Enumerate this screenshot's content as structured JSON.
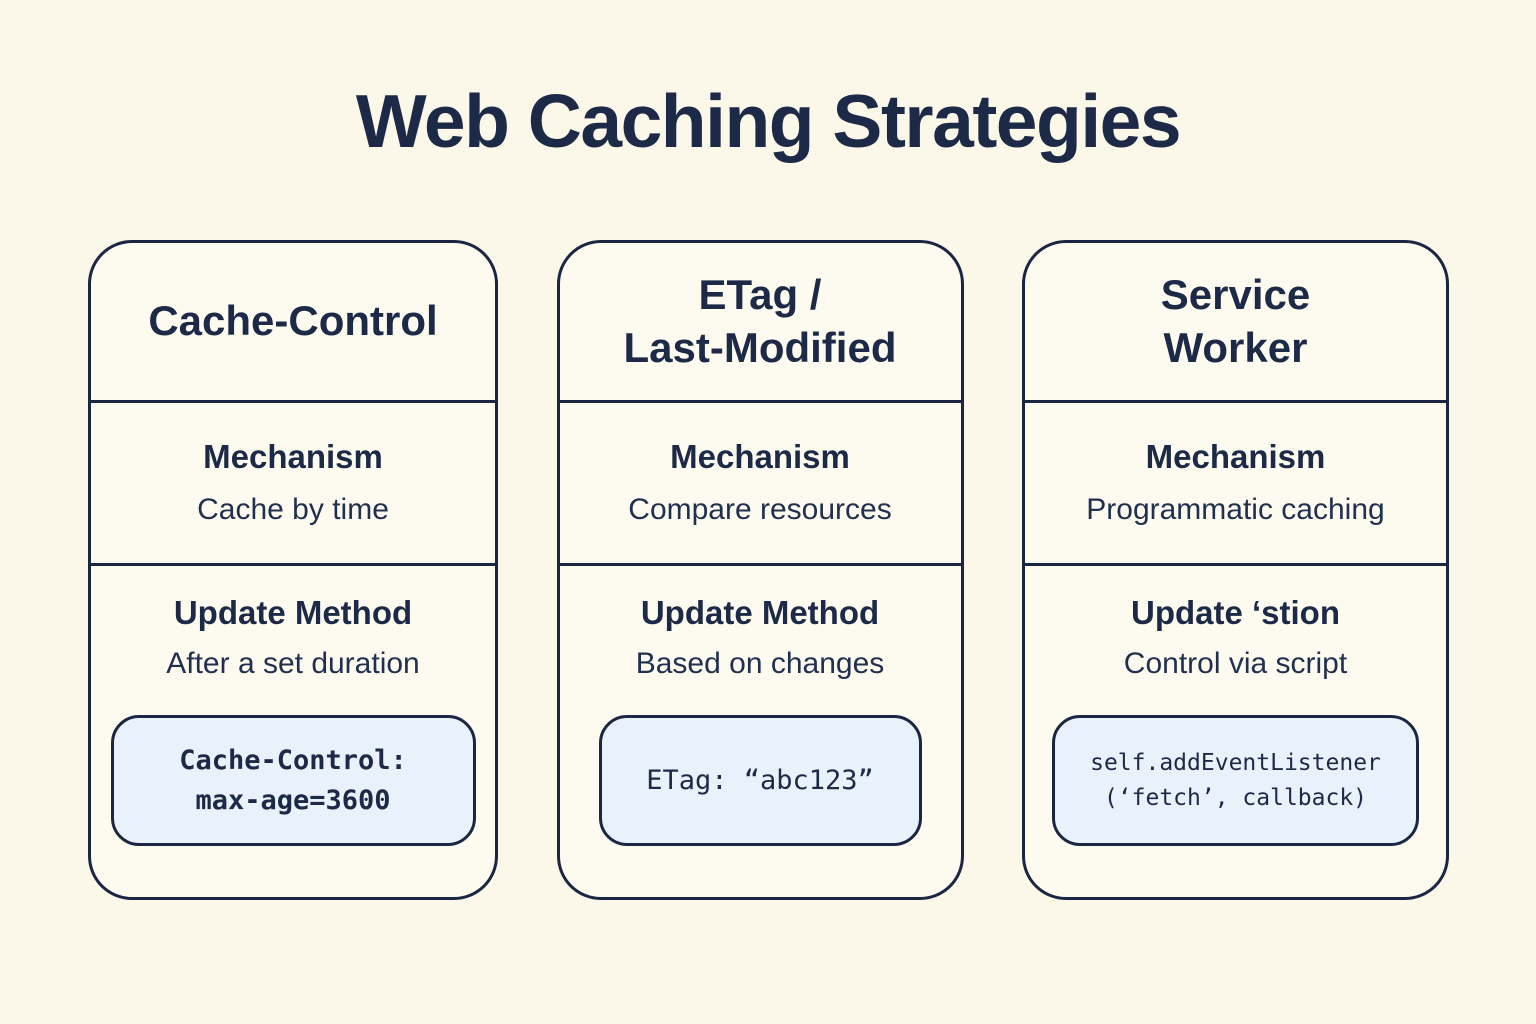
{
  "page": {
    "title": "Web Caching Strategies"
  },
  "colors": {
    "page_background": "#FBF8EA",
    "card_background": "#FDFBF0",
    "border_navy": "#1B2642",
    "text_navy": "#1E2B4D",
    "code_box_background": "#E9F1FB"
  },
  "cards": [
    {
      "title": "Cache-Control",
      "mechanism_label": "Mechanism",
      "mechanism_text": "Cache by time",
      "update_label": "Update Method",
      "update_text": "After a set duration",
      "code_lines": [
        "Cache-Control:",
        "max-age=3600"
      ]
    },
    {
      "title": "ETag /\nLast-Modified",
      "mechanism_label": "Mechanism",
      "mechanism_text": "Compare resources",
      "update_label": "Update Method",
      "update_text": "Based on changes",
      "code_lines": [
        "ETag: “abc123”"
      ]
    },
    {
      "title": "Service\nWorker",
      "mechanism_label": "Mechanism",
      "mechanism_text": "Programmatic caching",
      "update_label": "Update ‘stion",
      "update_text": "Control via script",
      "code_lines": [
        "self.addEventListener",
        "(‘fetch’, callback)"
      ]
    }
  ]
}
